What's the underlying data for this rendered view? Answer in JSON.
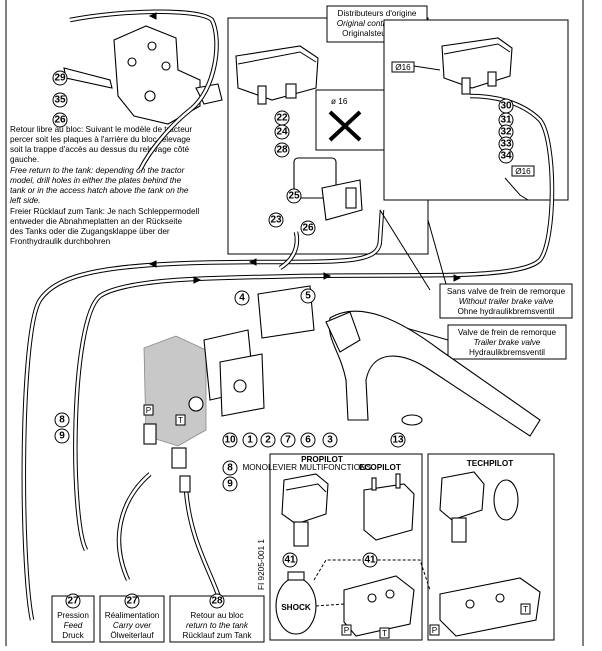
{
  "top_box": {
    "line1": "Distributeurs d'origine",
    "line2": "Original control valves",
    "line3": "Originalsteuergerät"
  },
  "left_note": {
    "fr": [
      "Retour libre au bloc: Suivant le modèle de tracteur",
      "percer soit les plaques à l'arrière du bloc relevage",
      "soit la trappe d'accès au dessus du relevage côté",
      "gauche."
    ],
    "en": [
      "Free return to the tank: depending on the tractor",
      "model, drill holes in either the plates behind the",
      "tank or in the access hatch above the tank on the",
      "left side."
    ],
    "de": [
      "Freier Rücklauf zum Tank: Je nach Schleppermodell",
      "entweder die Abnahmeplatten an der Rückseite",
      "des Tanks oder die Zugangsklappe über der",
      "Fronthydraulik durchbohren"
    ]
  },
  "without_brake": {
    "line1": "Sans valve de frein de remorque",
    "line2": "Without trailer brake valve",
    "line3": "Ohne hydraulikbremsventil"
  },
  "with_brake": {
    "line1": "Valve de  frein de remorque",
    "line2": "Trailer brake valve",
    "line3": "Hydraulikbremsventil"
  },
  "bottom_boxes": [
    {
      "num": "27",
      "l1": "Pression",
      "l2": "Feed",
      "l3": "Druck"
    },
    {
      "num": "27",
      "l1": "Réalimentation",
      "l2": "Carry over",
      "l3": "Ölweiterlauf"
    },
    {
      "num": "28",
      "l1": "Retour au bloc",
      "l2": "return to the tank",
      "l3": "Rücklauf zum Tank"
    }
  ],
  "panel": {
    "propilot": "PROPILOT",
    "monolevier": "MONOLEVIER MULTIFONCTIONS",
    "ecopilot": "ECOPILOT",
    "techpilot": "TECHPILOT",
    "shock": "SHOCK"
  },
  "dims": {
    "d16_a": "Ø16",
    "d16_b": "Ø16",
    "d16_c": "ø 16"
  },
  "ports": {
    "p": "P",
    "t": "T"
  },
  "ref": "FI 9205-001 1",
  "callouts": [
    "29",
    "35",
    "26",
    "22",
    "24",
    "28",
    "25",
    "23",
    "26",
    "30",
    "31",
    "32",
    "33",
    "34",
    "4",
    "5",
    "8",
    "9",
    "10",
    "8",
    "9",
    "1",
    "2",
    "7",
    "6",
    "3",
    "13",
    "41",
    "41"
  ]
}
